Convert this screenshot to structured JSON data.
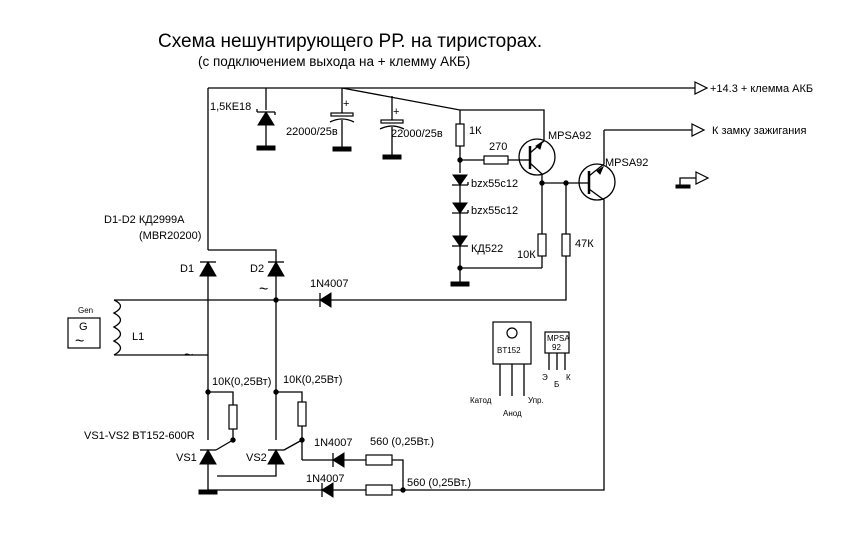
{
  "title": "Схема нешунтирующего РР. на тиристорах.",
  "subtitle": "(с подключением выхода на + клемму АКБ)",
  "outputs": {
    "battery": "+14.3  + клемма АКБ",
    "ignition": "К замку зажигания"
  },
  "labels": {
    "zener_tvs": "1,5КЕ18",
    "cap1": "22000/25в",
    "cap2": "22000/25в",
    "cap1_plus": "+",
    "cap2_plus": "+",
    "r_1k": "1К",
    "r_270": "270",
    "q1": "MPSA92",
    "q2": "MPSA92",
    "z1": "bzx55c12",
    "z2": "bzx55c12",
    "d_kd522": "КД522",
    "r_10k": "10К",
    "r_47k": "47К",
    "diode_note1": "D1-D2  КД2999А",
    "diode_note2": "(MBR20200)",
    "d1": "D1",
    "d2": "D2",
    "d_1n4007_top": "1N4007",
    "ac_sym1": "~",
    "ac_sym2": "~",
    "gen": "Gen",
    "gen_g": "G",
    "gen_ac": "~",
    "coil": "L1",
    "r_gate1": "10К(0,25Вт)",
    "r_gate2": "10К(0,25Вт)",
    "scr_note": "VS1-VS2  BT152-600R",
    "vs1": "VS1",
    "vs2": "VS2",
    "d_1n4007_mid": "1N4007",
    "d_1n4007_bot": "1N4007",
    "r_560_1": "560 (0,25Вт.)",
    "r_560_2": "560 (0,25Вт.)",
    "bt152_name": "BT152",
    "bt152_k": "Катод",
    "bt152_a": "Анод",
    "bt152_g": "Упр.",
    "mpsa_name1": "MPSA",
    "mpsa_name2": "92",
    "mpsa_e": "Э",
    "mpsa_b": "Б",
    "mpsa_c": "К"
  }
}
